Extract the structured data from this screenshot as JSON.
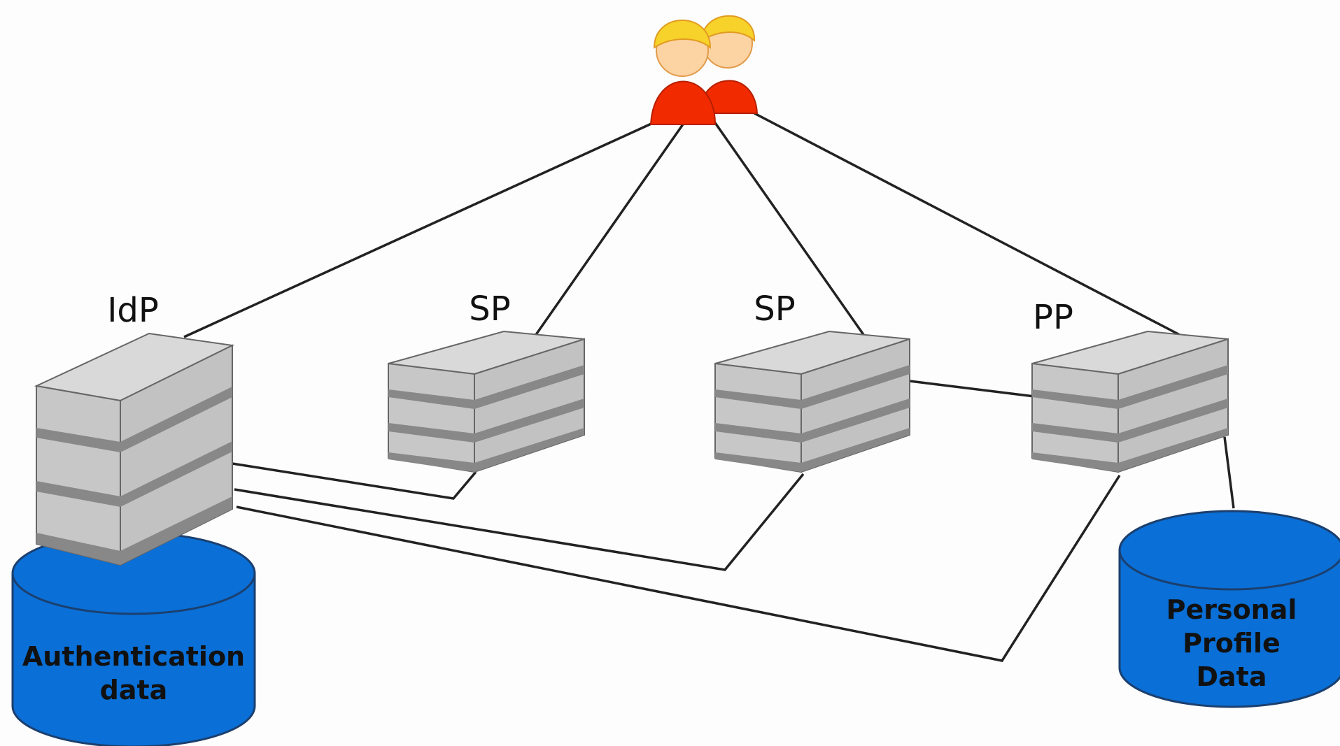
{
  "nodes": {
    "idp": {
      "label": "IdP"
    },
    "sp1": {
      "label": "SP"
    },
    "sp2": {
      "label": "SP"
    },
    "pp": {
      "label": "PP"
    }
  },
  "databases": {
    "auth": {
      "lines": [
        "Authentication",
        "data"
      ]
    },
    "profile": {
      "lines": [
        "Personal",
        "Profile",
        "Data"
      ]
    }
  },
  "colors": {
    "db_fill": "#0a6fd6",
    "server_face": "#c7c7c7",
    "server_top": "#d9d9d9",
    "server_band": "#888888",
    "user_body": "#f22a00",
    "user_hair": "#f7d22a",
    "user_face": "#fcd3a3",
    "line": "#222222"
  },
  "icons": {
    "users": "users-icon",
    "server": "server-icon",
    "database": "database-icon"
  }
}
